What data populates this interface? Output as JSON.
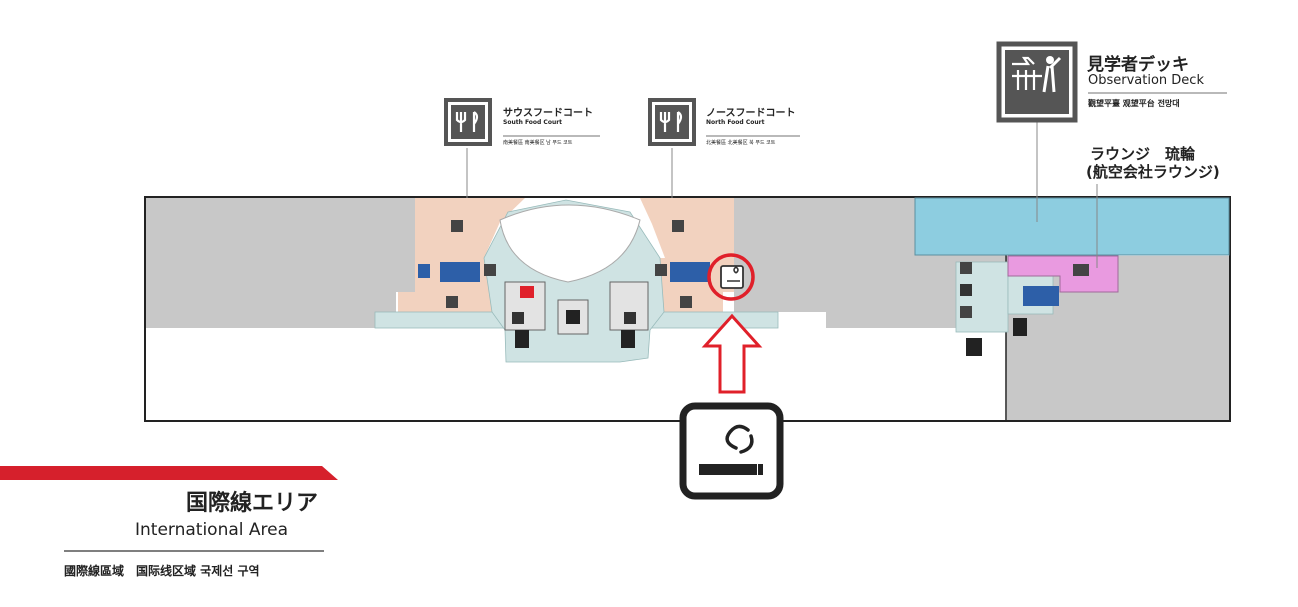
{
  "food_courts": {
    "south": {
      "name_ja": "サウスフードコート",
      "name_en": "South Food Court",
      "name_ml": "南美餐區 南美餐区 남 푸드 코트"
    },
    "north": {
      "name_ja": "ノースフードコート",
      "name_en": "North Food Court",
      "name_ml": "北美餐區 北美餐区 북 푸드 코트"
    }
  },
  "observation_deck": {
    "name_ja": "見学者デッキ",
    "name_en": "Observation Deck",
    "name_ml": "觀望平臺 观望平台 전망대"
  },
  "lounge": {
    "line1": "ラウンジ　琉輪",
    "line2": "(航空会社ラウンジ)"
  },
  "area": {
    "name_ja": "国際線エリア",
    "name_en": "International Area",
    "name_ml": "國際線區域　国际线区域 국제선 구역"
  },
  "highlight": {
    "target": "smoking-room",
    "marker_color": "#e0202a"
  },
  "colors": {
    "accent_red": "#d6202c",
    "food_area": "#f2d2bf",
    "corridor": "#cfe3e3",
    "lounge_area": "#e99ae0",
    "deck_area": "#8dcde0",
    "restricted": "#c8c8c8",
    "icon_bg": "#555555"
  }
}
